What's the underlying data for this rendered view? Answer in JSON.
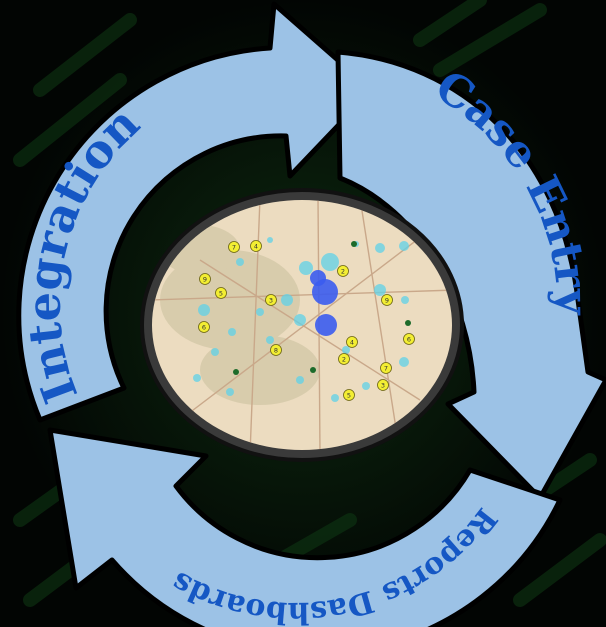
{
  "cycle": {
    "steps": [
      {
        "label": "Integration"
      },
      {
        "label": "Case Entry"
      },
      {
        "label": "Reports Dashboards"
      }
    ]
  },
  "map": {
    "markers": [
      {
        "count": "7",
        "kind": "yellow"
      },
      {
        "count": "4",
        "kind": "yellow"
      },
      {
        "count": "9",
        "kind": "yellow"
      },
      {
        "count": "5",
        "kind": "yellow"
      },
      {
        "count": "3",
        "kind": "yellow"
      },
      {
        "count": "6",
        "kind": "yellow"
      },
      {
        "count": "8",
        "kind": "yellow"
      },
      {
        "count": "2",
        "kind": "yellow"
      },
      {
        "count": "4",
        "kind": "yellow"
      },
      {
        "count": "7",
        "kind": "yellow"
      },
      {
        "count": "5",
        "kind": "yellow"
      },
      {
        "count": "3",
        "kind": "yellow"
      },
      {
        "count": "6",
        "kind": "yellow"
      },
      {
        "count": "9",
        "kind": "yellow"
      },
      {
        "count": "2",
        "kind": "yellow"
      }
    ]
  },
  "colors": {
    "background": "#020503",
    "arrow_fill": "#9cc2e6",
    "arrow_outline": "#000000",
    "label_text": "#1557c4",
    "map_frame": "#3a3a3a",
    "map_land": "#ecdcc0",
    "cluster_cyan": "#5fd2e8",
    "cluster_blue": "#3b5cf0",
    "cluster_yellow": "#f3ee33",
    "watermark_green": "#0f3a14"
  }
}
